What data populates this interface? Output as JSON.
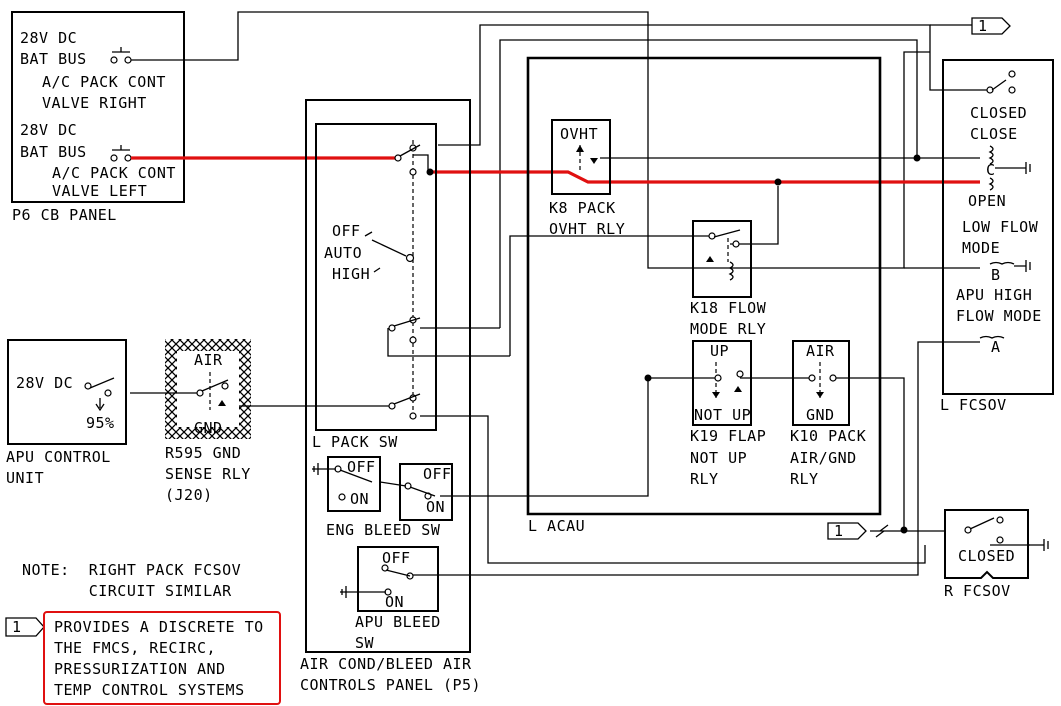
{
  "p6": {
    "bus1_a": "28V DC",
    "bus1_b": "BAT BUS",
    "valve_right_a": "A/C PACK CONT",
    "valve_right_b": "VALVE RIGHT",
    "bus2_a": "28V DC",
    "bus2_b": "BAT BUS",
    "valve_left_a": "A/C PACK CONT",
    "valve_left_b": "VALVE LEFT",
    "panel": "P6 CB PANEL"
  },
  "apu_unit": {
    "supply": "28V DC",
    "percent": "95%",
    "title_a": "APU CONTROL",
    "title_b": "UNIT"
  },
  "r595": {
    "air": "AIR",
    "gnd": "GND",
    "title_a": "R595 GND",
    "title_b": "SENSE RLY",
    "title_c": "(J20)"
  },
  "pack_sw": {
    "off": "OFF",
    "auto": "AUTO",
    "high": "HIGH",
    "title": "L PACK SW"
  },
  "eng_bleed": {
    "off": "OFF",
    "on": "ON",
    "title": "ENG BLEED SW"
  },
  "bleed_sw2": {
    "off": "OFF",
    "on": "ON"
  },
  "apu_bleed": {
    "off": "OFF",
    "on": "ON",
    "title_a": "APU BLEED",
    "title_b": "SW"
  },
  "p5": {
    "title_a": "AIR COND/BLEED AIR",
    "title_b": "CONTROLS PANEL (P5)"
  },
  "acau": {
    "title": "L ACAU",
    "k8_ovht": "OVHT",
    "k8_a": "K8 PACK",
    "k8_b": "OVHT RLY",
    "k18_a": "K18 FLOW",
    "k18_b": "MODE RLY",
    "k19_up": "UP",
    "k19_notup": "NOT UP",
    "k19_a": "K19 FLAP",
    "k19_b": "NOT UP",
    "k19_c": "RLY",
    "k10_air": "AIR",
    "k10_gnd": "GND",
    "k10_a": "K10 PACK",
    "k10_b": "AIR/GND",
    "k10_c": "RLY"
  },
  "l_fcsov": {
    "closed": "CLOSED",
    "close": "CLOSE",
    "c": "C",
    "open": "OPEN",
    "low_a": "LOW FLOW",
    "low_b": "MODE",
    "b": "B",
    "apu_a": "APU HIGH",
    "apu_b": "FLOW MODE",
    "a": "A",
    "title": "L FCSOV"
  },
  "r_fcsov": {
    "closed": "CLOSED",
    "title": "R FCSOV"
  },
  "flag": {
    "num": "1"
  },
  "note": {
    "line1": "NOTE:  RIGHT PACK FCSOV",
    "line2": "       CIRCUIT SIMILAR"
  },
  "callout": {
    "line1": "PROVIDES A DISCRETE TO",
    "line2": "THE FMCS, RECIRC,",
    "line3": "PRESSURIZATION AND",
    "line4": "TEMP CONTROL SYSTEMS"
  },
  "colors": {
    "highlight": "#e01010",
    "line": "#000000"
  }
}
